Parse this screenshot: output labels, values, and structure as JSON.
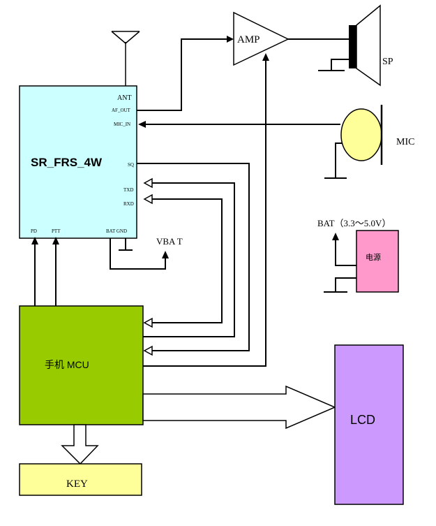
{
  "colors": {
    "module_fill": "#ccffff",
    "mcu_fill": "#99cc00",
    "power_fill": "#ff99cc",
    "lcd_fill": "#cc99ff",
    "key_fill": "#ffff99",
    "mic_fill": "#ffff99"
  },
  "module": {
    "name": "SR_FRS_4W",
    "pins": {
      "ant": "ANT",
      "af_out": "AF_OUT",
      "mic_in": "MIC_IN",
      "sq": "SQ",
      "txd": "TXD",
      "rxd": "RXD",
      "pd": "PD",
      "ptt": "PTT",
      "bat_gnd": "BAT GND"
    }
  },
  "amp": {
    "label": "AMP"
  },
  "speaker": {
    "label": "SP"
  },
  "mic": {
    "label": "MIC"
  },
  "vbat": {
    "label": "VBA T"
  },
  "power": {
    "label": "电源",
    "bat_label": "BAT（3.3～5.0V）"
  },
  "mcu": {
    "label": "手机 MCU"
  },
  "lcd": {
    "label": "LCD"
  },
  "key": {
    "label": "KEY"
  },
  "icons": [
    "antenna-icon",
    "ground-icon",
    "speaker-icon",
    "microphone-icon",
    "amplifier-icon"
  ]
}
